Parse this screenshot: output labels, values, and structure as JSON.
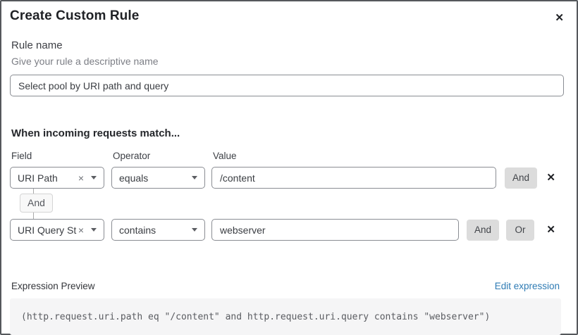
{
  "dialog": {
    "title": "Create Custom Rule",
    "close_glyph": "✕"
  },
  "rule_name": {
    "label": "Rule name",
    "hint": "Give your rule a descriptive name",
    "value": "Select pool by URI path and query"
  },
  "matcher": {
    "heading": "When incoming requests match...",
    "columns": {
      "field": "Field",
      "operator": "Operator",
      "value": "Value"
    },
    "connector": "And",
    "clear_glyph": "×",
    "remove_glyph": "✕",
    "rows": [
      {
        "field": "URI Path",
        "operator": "equals",
        "value": "/content",
        "buttons": [
          "And"
        ]
      },
      {
        "field": "URI Query St...",
        "operator": "contains",
        "value": "webserver",
        "buttons": [
          "And",
          "Or"
        ]
      }
    ]
  },
  "expression": {
    "label": "Expression Preview",
    "edit_link": "Edit expression",
    "code": "(http.request.uri.path eq \"/content\" and http.request.uri.query contains \"webserver\")"
  },
  "colors": {
    "link_blue": "#2e7bb4",
    "button_gray": "#dcdcdc",
    "input_border": "#8a8d93",
    "code_bg": "#f5f5f6"
  }
}
